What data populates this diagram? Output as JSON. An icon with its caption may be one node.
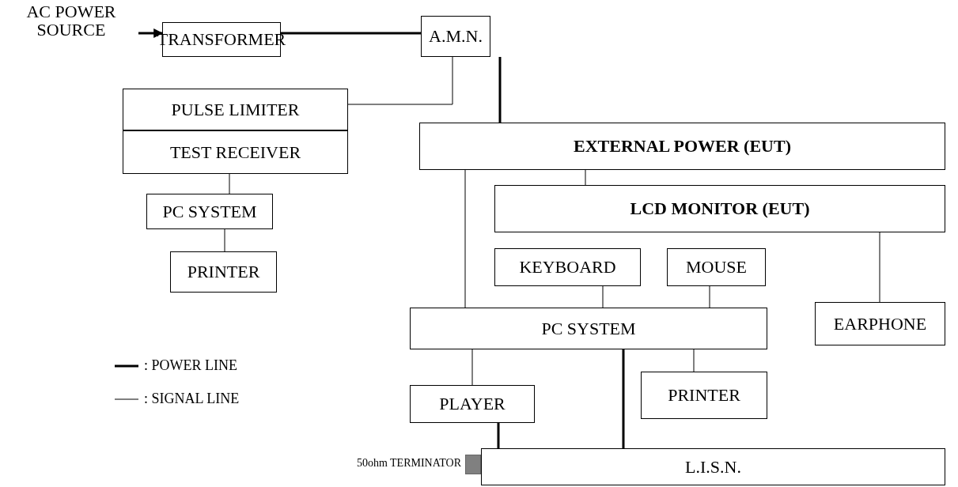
{
  "diagram": {
    "nodes": [
      {
        "text": [
          "AC POWER SOURCE"
        ]
      },
      {
        "text": [
          "TRANSFORMER"
        ]
      },
      {
        "text": [
          "A.M.N."
        ]
      },
      {
        "text": [
          "PULSE LIMITER"
        ]
      },
      {
        "text": [
          "TEST RECEIVER"
        ]
      },
      {
        "text": [
          "PC SYSTEM"
        ]
      },
      {
        "text": [
          "PRINTER"
        ]
      },
      {
        "text": [
          "EXTERNAL POWER (EUT)"
        ]
      },
      {
        "text": [
          "LCD MONITOR (EUT)"
        ]
      },
      {
        "text": [
          "KEYBOARD"
        ]
      },
      {
        "text": [
          "MOUSE"
        ]
      },
      {
        "text": [
          "EARPHONE"
        ]
      },
      {
        "text": [
          "PC SYSTEM"
        ]
      },
      {
        "text": [
          "PLAYER"
        ]
      },
      {
        "text": [
          "PRINTER"
        ]
      },
      {
        "text": [],
        "shape": "box",
        "beside": [
          "50ohm TERMINATOR"
        ]
      },
      {
        "text": [
          "L.I.S.N."
        ]
      }
    ],
    "edges": [
      {
        "from": 0,
        "to": 1,
        "arrow": "to",
        "style": "thick"
      },
      {
        "from": 1,
        "to": 2,
        "arrow": "none",
        "style": "thick"
      },
      {
        "from": 2,
        "to": 3,
        "arrow": "none"
      },
      {
        "from": 2,
        "to": 7,
        "arrow": "none",
        "style": "thick"
      },
      {
        "from": 4,
        "to": 5,
        "arrow": "none"
      },
      {
        "from": 5,
        "to": 6,
        "arrow": "none"
      },
      {
        "from": 7,
        "to": 8,
        "arrow": "none"
      },
      {
        "from": 7,
        "to": 12,
        "arrow": "none"
      },
      {
        "from": 8,
        "to": 11,
        "arrow": "none"
      },
      {
        "from": 9,
        "to": 12,
        "arrow": "none"
      },
      {
        "from": 10,
        "to": 12,
        "arrow": "none"
      },
      {
        "from": 12,
        "to": 13,
        "arrow": "none"
      },
      {
        "from": 12,
        "to": 14,
        "arrow": "none"
      },
      {
        "from": 12,
        "to": 16,
        "arrow": "none",
        "style": "thick"
      },
      {
        "from": 13,
        "to": 16,
        "arrow": "none",
        "style": "thick"
      }
    ],
    "legend": [
      {
        "text": ": POWER LINE"
      },
      {
        "text": ": SIGNAL LINE"
      }
    ]
  }
}
